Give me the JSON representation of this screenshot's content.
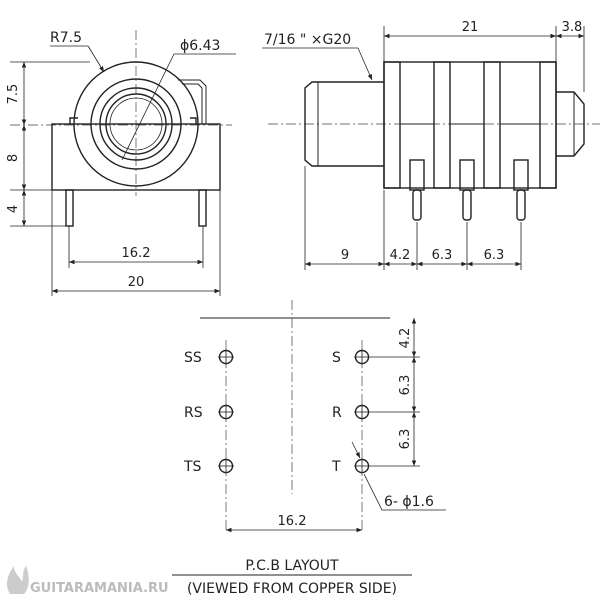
{
  "front_view": {
    "radius_label": "R7.5",
    "dia_label": "ϕ6.43",
    "dim_top_height": "7.5",
    "dim_body_height": "8",
    "dim_pin_length": "4",
    "dim_pin_spacing": "16.2",
    "dim_total_width": "20"
  },
  "side_view": {
    "thread_label": "7/16 \" ×G20",
    "dim_body_length": "21",
    "dim_nose_length": "3.8",
    "dim_thread_length": "9",
    "dim_pin1": "4.2",
    "dim_pin2": "6.3",
    "dim_pin3": "6.3"
  },
  "pcb_layout": {
    "pins_left": [
      "SS",
      "RS",
      "TS"
    ],
    "pins_right": [
      "S",
      "R",
      "T"
    ],
    "dim_v1": "4.2",
    "dim_v2": "6.3",
    "dim_v3": "6.3",
    "dim_width": "16.2",
    "hole_label": "6- ϕ1.6",
    "title": "P.C.B LAYOUT",
    "subtitle": "(VIEWED FROM COPPER SIDE)"
  },
  "watermark": "GUITARAMANIA.RU"
}
